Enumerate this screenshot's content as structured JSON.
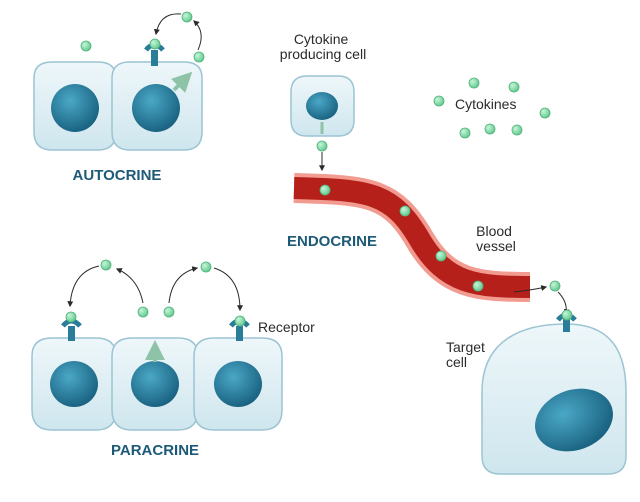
{
  "labels": {
    "autocrine": "AUTOCRINE",
    "paracrine": "PARACRINE",
    "endocrine": "ENDOCRINE",
    "cytokine_producing_cell_line1": "Cytokine",
    "cytokine_producing_cell_line2": "producing cell",
    "cytokines": "Cytokines",
    "blood_vessel_line1": "Blood",
    "blood_vessel_line2": "vessel",
    "receptor": "Receptor",
    "target_cell_line1": "Target",
    "target_cell_line2": "cell"
  },
  "colors": {
    "cell_fill": "#d9ecf2",
    "cell_stroke": "#9cc4d3",
    "nucleus": "#2d88a8",
    "nucleus_dark": "#1d6583",
    "receptor": "#2a7d98",
    "cytokine": "#79d6a0",
    "cytokine_stroke": "#4fb27b",
    "vessel_outer": "#f29b91",
    "vessel_inner": "#b5211a",
    "section_title": "#1d5a78",
    "arrow": "#2b2b2b"
  }
}
